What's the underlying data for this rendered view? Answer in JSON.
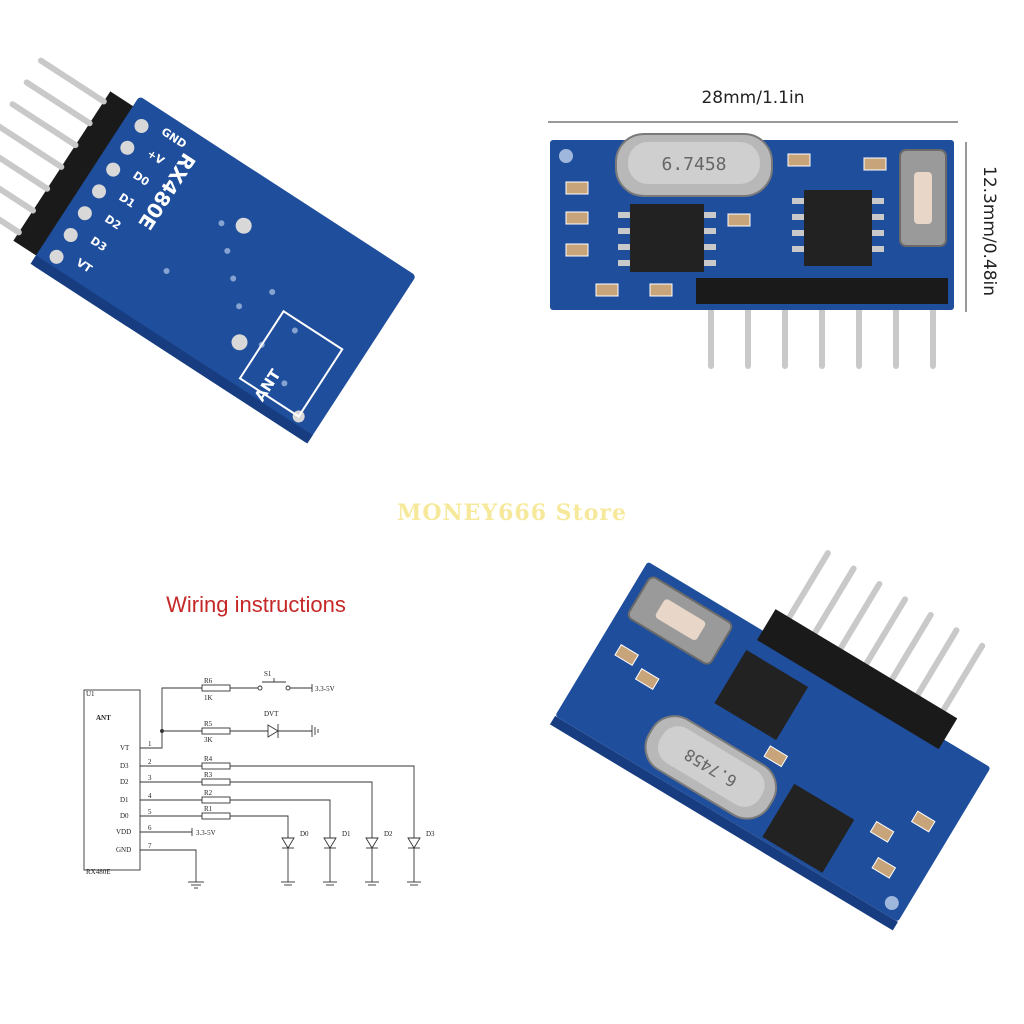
{
  "module_top_left": {
    "model": "RX480E",
    "pins": [
      "GND",
      "+V",
      "D0",
      "D1",
      "D2",
      "D3",
      "VT"
    ],
    "antenna": "ANT"
  },
  "module_top_right": {
    "crystal": "6.7458",
    "width_label": "28mm/1.1in",
    "height_label": "12.3mm/0.48in"
  },
  "watermark": "MONEY666 Store",
  "wiring": {
    "title": "Wiring instructions",
    "chip_ref": "U1",
    "chip_name": "RX480E",
    "chip_ant": "ANT",
    "chip_pins": [
      {
        "name": "VT",
        "num": "1"
      },
      {
        "name": "D3",
        "num": "2"
      },
      {
        "name": "D2",
        "num": "3"
      },
      {
        "name": "D1",
        "num": "4"
      },
      {
        "name": "D0",
        "num": "5"
      },
      {
        "name": "VDD",
        "num": "6"
      },
      {
        "name": "GND",
        "num": "7"
      }
    ],
    "r6": "R6",
    "r6_val": "1K",
    "r5": "R5",
    "r5_val": "3K",
    "r4": "R4",
    "r3": "R3",
    "r2": "R2",
    "r1": "R1",
    "s1": "S1",
    "dvt": "DVT",
    "supply1": "3.3-5V",
    "supply2": "3.3-5V",
    "leds": [
      "D0",
      "D1",
      "D2",
      "D3"
    ]
  },
  "module_bottom_right": {
    "crystal": "6.7458"
  },
  "colors": {
    "pcb": "#1f4e9c",
    "pcb_dark": "#173d80",
    "silk": "#ffffff",
    "title": "#c62828"
  }
}
